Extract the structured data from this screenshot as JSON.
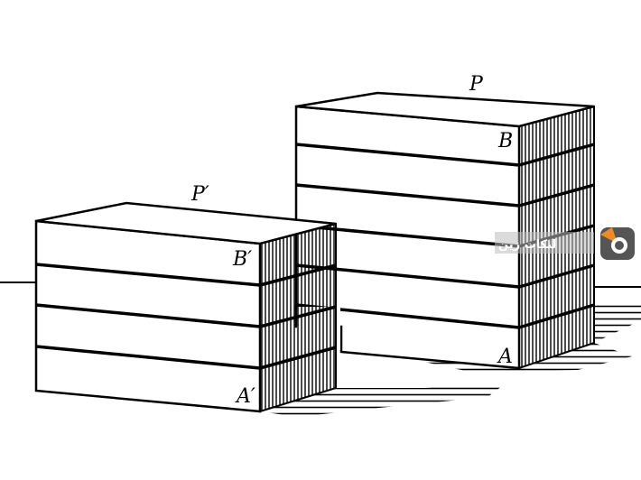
{
  "labels": {
    "right_stack_top": "P",
    "right_stack_upper": "B",
    "right_stack_lower": "A",
    "left_stack_top": "P′",
    "left_stack_upper": "B′",
    "left_stack_lower": "A′"
  },
  "right_stack": {
    "layers": 6
  },
  "left_stack": {
    "layers": 4
  },
  "watermark": {
    "text": "لنكات زين"
  },
  "colors": {
    "ink": "#000000",
    "paper": "#ffffff",
    "logo_orange": "#f08a24",
    "logo_gray": "#555555"
  }
}
